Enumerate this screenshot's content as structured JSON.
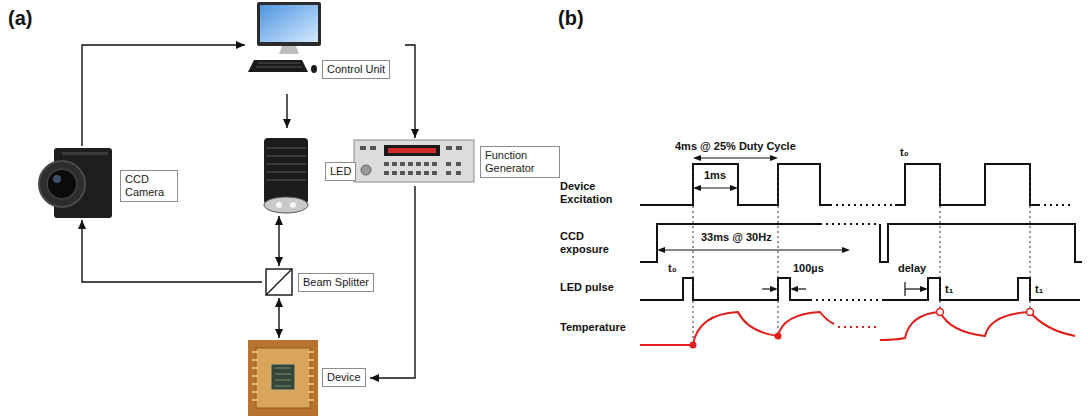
{
  "diagram": {
    "nodes": [
      {
        "text": [
          "Control Unit"
        ]
      },
      {
        "text": [
          "CCD Camera"
        ]
      },
      {
        "text": [
          "LED"
        ]
      },
      {
        "text": [
          "Function Generator"
        ]
      },
      {
        "text": [
          "Beam Splitter"
        ]
      },
      {
        "text": [
          "Device"
        ]
      }
    ],
    "edges": [
      {
        "from": 1,
        "to": 0,
        "arrow": "to"
      },
      {
        "from": 0,
        "to": 3,
        "arrow": "to"
      },
      {
        "from": 0,
        "to": 2,
        "arrow": "to"
      },
      {
        "from": 2,
        "to": 4,
        "arrow": "both"
      },
      {
        "from": 4,
        "to": 1,
        "arrow": "to"
      },
      {
        "from": 4,
        "to": 5,
        "arrow": "both"
      },
      {
        "from": 3,
        "to": 5,
        "arrow": "to"
      }
    ],
    "labels": [
      "(a)",
      "(b)",
      "Device Excitation",
      "4ms @ 25% Duty Cycle",
      "1ms",
      "t₀",
      "CCD exposure",
      "33ms @ 30Hz",
      "LED pulse",
      "t₀",
      "100µs",
      "delay",
      "t₁",
      "t₁",
      "Temperature"
    ]
  }
}
